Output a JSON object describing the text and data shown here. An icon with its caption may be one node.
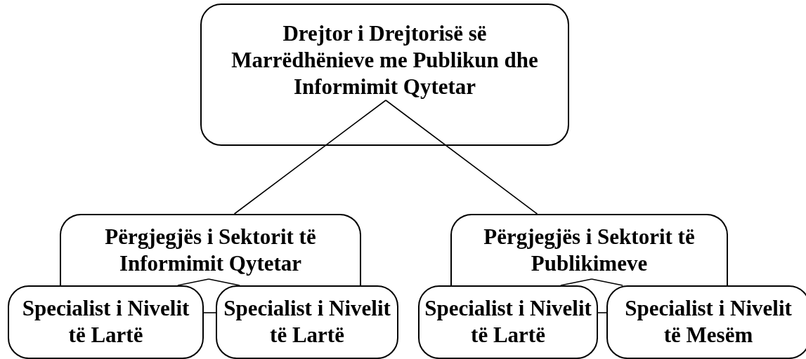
{
  "diagram": {
    "nodes": [
      {
        "text": [
          "Drejtor i Drejtorisë së Marrëdhënieve me Publikun dhe Informimit Qytetar"
        ]
      },
      {
        "text": [
          "Përgjegjës i Sektorit të Informimit Qytetar"
        ]
      },
      {
        "text": [
          "Specialist i Nivelit të Lartë"
        ]
      },
      {
        "text": [
          "Specialist i Nivelit të Lartë"
        ]
      },
      {
        "text": [
          "Përgjegjës i Sektorit të Publikimeve"
        ]
      },
      {
        "text": [
          "Specialist i Nivelit të Lartë"
        ]
      },
      {
        "text": [
          "Specialist i Nivelit të Mesëm"
        ]
      }
    ],
    "edges": [
      {
        "from": 0,
        "to": 1,
        "arrow": "none"
      },
      {
        "from": 0,
        "to": 4,
        "arrow": "none"
      },
      {
        "from": 1,
        "to": 2,
        "arrow": "none"
      },
      {
        "from": 1,
        "to": 3,
        "arrow": "none"
      },
      {
        "from": 4,
        "to": 5,
        "arrow": "none"
      },
      {
        "from": 4,
        "to": 6,
        "arrow": "none"
      },
      {
        "from": 2,
        "to": 3,
        "arrow": "none"
      },
      {
        "from": 5,
        "to": 6,
        "arrow": "none"
      }
    ]
  }
}
